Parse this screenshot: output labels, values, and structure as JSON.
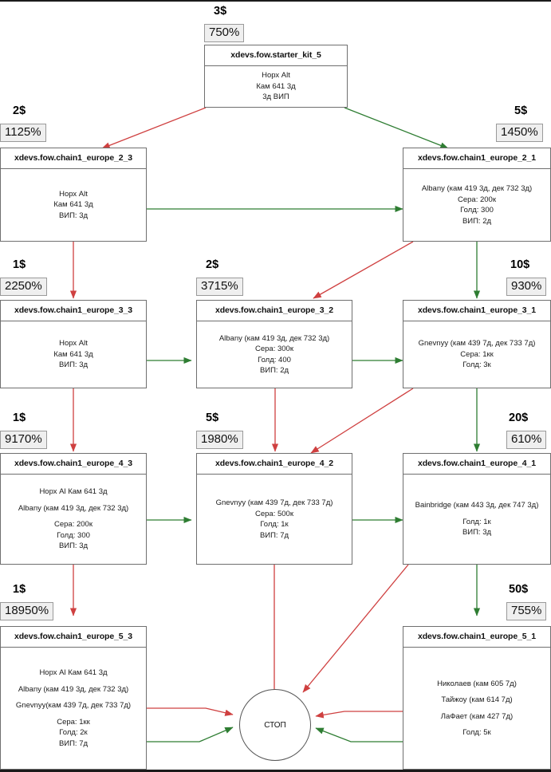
{
  "diagram": {
    "type": "flowchart",
    "stop_label": "СТОП",
    "colors": {
      "red": "#cf4040",
      "green": "#3d8b3d",
      "node_border": "#6f6f6f",
      "badge_bg": "#efefef"
    },
    "nodes": [
      {
        "id": "starter_kit_5",
        "title": "xdevs.fow.starter_kit_5",
        "price": "3$",
        "percent": "750%",
        "lines": [
          "Норх Alt",
          "Кам 641 3д",
          "3д ВИП"
        ]
      },
      {
        "id": "chain1_europe_2_3",
        "title": "xdevs.fow.chain1_europe_2_3",
        "price": "2$",
        "percent": "1125%",
        "lines": [
          "Норх Alt",
          "Кам 641 3д",
          "ВИП: 3д"
        ]
      },
      {
        "id": "chain1_europe_2_1",
        "title": "xdevs.fow.chain1_europe_2_1",
        "price": "5$",
        "percent": "1450%",
        "lines": [
          "Albany (кам 419 3д, дек 732 3д)",
          "Сера: 200к",
          "Голд: 300",
          "ВИП: 2д"
        ]
      },
      {
        "id": "chain1_europe_3_3",
        "title": "xdevs.fow.chain1_europe_3_3",
        "price": "1$",
        "percent": "2250%",
        "lines": [
          "Норх Alt",
          "Кам 641 3д",
          "ВИП: 3д"
        ]
      },
      {
        "id": "chain1_europe_3_2",
        "title": "xdevs.fow.chain1_europe_3_2",
        "price": "2$",
        "percent": "3715%",
        "lines": [
          "Albany (кам 419 3д, дек 732 3д)",
          "Сера: 300к",
          "Голд: 400",
          "ВИП: 2д"
        ]
      },
      {
        "id": "chain1_europe_3_1",
        "title": "xdevs.fow.chain1_europe_3_1",
        "price": "10$",
        "percent": "930%",
        "lines": [
          "Gnevnyy (кам 439 7д, дек 733 7д)",
          "Сера: 1кк",
          "Голд: 3к"
        ]
      },
      {
        "id": "chain1_europe_4_3",
        "title": "xdevs.fow.chain1_europe_4_3",
        "price": "1$",
        "percent": "9170%",
        "lines": [
          "Норх Al   Кам 641 3д",
          "",
          "Albany (кам 419 3д, дек 732 3д)",
          "",
          "Сера: 200к",
          "Голд: 300",
          "ВИП: 3д"
        ]
      },
      {
        "id": "chain1_europe_4_2",
        "title": "xdevs.fow.chain1_europe_4_2",
        "price": "5$",
        "percent": "1980%",
        "lines": [
          "Gnevnyy (кам 439 7д, дек 733 7д)",
          "Сера: 500к",
          "Голд: 1к",
          "ВИП: 7д"
        ]
      },
      {
        "id": "chain1_europe_4_1",
        "title": "xdevs.fow.chain1_europe_4_1",
        "price": "20$",
        "percent": "610%",
        "lines": [
          "Bainbridge (кам 443 3д, дек 747 3д)",
          "",
          "Голд: 1к",
          "ВИП: 3д"
        ]
      },
      {
        "id": "chain1_europe_5_3",
        "title": "xdevs.fow.chain1_europe_5_3",
        "price": "1$",
        "percent": "18950%",
        "lines": [
          "Норх Al   Кам 641 3д",
          "",
          "Albany (кам 419 3д, дек 732 3д)",
          "",
          "Gnevnyy(кам 439 7д, дек 733 7д)",
          "",
          "Сера: 1кк",
          "Голд: 2к",
          "ВИП: 7д"
        ]
      },
      {
        "id": "chain1_europe_5_1",
        "title": "xdevs.fow.chain1_europe_5_1",
        "price": "50$",
        "percent": "755%",
        "lines": [
          "Николаев (кам 605 7д)",
          "",
          "Тайжоу (кам 614 7д)",
          "",
          "ЛаФает (кам 427 7д)",
          "",
          "Голд: 5к"
        ]
      }
    ],
    "edges": [
      {
        "from": "starter_kit_5",
        "to": "chain1_europe_2_3",
        "color": "red"
      },
      {
        "from": "starter_kit_5",
        "to": "chain1_europe_2_1",
        "color": "green"
      },
      {
        "from": "chain1_europe_2_3",
        "to": "chain1_europe_2_1",
        "color": "green"
      },
      {
        "from": "chain1_europe_2_3",
        "to": "chain1_europe_3_3",
        "color": "red"
      },
      {
        "from": "chain1_europe_2_1",
        "to": "chain1_europe_3_2",
        "color": "red"
      },
      {
        "from": "chain1_europe_2_1",
        "to": "chain1_europe_3_1",
        "color": "green"
      },
      {
        "from": "chain1_europe_3_3",
        "to": "chain1_europe_3_2",
        "color": "green"
      },
      {
        "from": "chain1_europe_3_2",
        "to": "chain1_europe_3_1",
        "color": "green"
      },
      {
        "from": "chain1_europe_3_3",
        "to": "chain1_europe_4_3",
        "color": "red"
      },
      {
        "from": "chain1_europe_3_2",
        "to": "chain1_europe_4_2",
        "color": "red"
      },
      {
        "from": "chain1_europe_3_1",
        "to": "chain1_europe_4_2",
        "color": "red"
      },
      {
        "from": "chain1_europe_3_1",
        "to": "chain1_europe_4_1",
        "color": "green"
      },
      {
        "from": "chain1_europe_4_3",
        "to": "chain1_europe_4_2",
        "color": "green"
      },
      {
        "from": "chain1_europe_4_2",
        "to": "chain1_europe_4_1",
        "color": "green"
      },
      {
        "from": "chain1_europe_4_3",
        "to": "chain1_europe_5_3",
        "color": "red"
      },
      {
        "from": "chain1_europe_4_1",
        "to": "chain1_europe_5_1",
        "color": "green"
      },
      {
        "from": "chain1_europe_4_2",
        "to": "stop",
        "color": "red"
      },
      {
        "from": "chain1_europe_4_1",
        "to": "stop",
        "color": "red"
      },
      {
        "from": "chain1_europe_5_3",
        "to": "stop",
        "color": "red"
      },
      {
        "from": "chain1_europe_5_3",
        "to": "stop",
        "color": "green"
      },
      {
        "from": "chain1_europe_5_1",
        "to": "stop",
        "color": "red"
      },
      {
        "from": "chain1_europe_5_1",
        "to": "stop",
        "color": "green"
      }
    ]
  }
}
